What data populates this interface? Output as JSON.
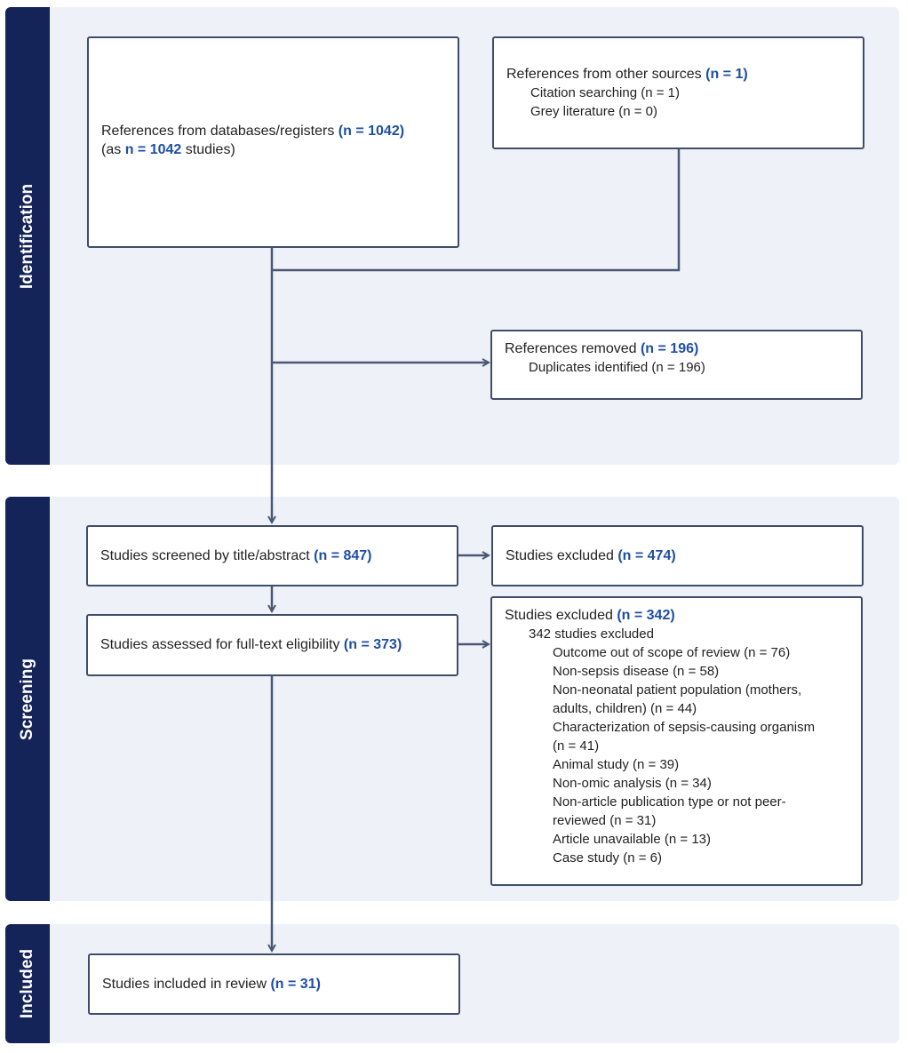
{
  "stages": {
    "identification": "Identification",
    "screening": "Screening",
    "included": "Included"
  },
  "db_box": {
    "line1_text": "References from databases/registers",
    "line1_n": "(n = 1042)",
    "line2_pre": "(as",
    "line2_n": "n = 1042",
    "line2_post": "studies)"
  },
  "other_box": {
    "title": "References from other sources",
    "title_n": "(n = 1)",
    "items": [
      "Citation searching (n = 1)",
      "Grey literature (n = 0)"
    ]
  },
  "removed_box": {
    "title": "References removed",
    "title_n": "(n = 196)",
    "items": [
      "Duplicates identified (n = 196)"
    ]
  },
  "screened_box": {
    "text": "Studies screened by title/abstract",
    "n": "(n = 847)"
  },
  "excluded1_box": {
    "text": "Studies excluded",
    "n": "(n = 474)"
  },
  "assessed_box": {
    "text": "Studies assessed for full-text eligibility",
    "n": "(n = 373)"
  },
  "excluded2_box": {
    "title": "Studies excluded",
    "title_n": "(n = 342)",
    "summary": "342 studies excluded",
    "reasons": [
      "Outcome out of scope of review (n = 76)",
      "Non-sepsis disease (n = 58)",
      "Non-neonatal patient population (mothers,",
      "adults, children) (n = 44)",
      "Characterization of sepsis-causing organism",
      "(n = 41)",
      "Animal study (n = 39)",
      "Non-omic analysis (n = 34)",
      "Non-article publication type or not peer-",
      "reviewed (n = 31)",
      "Article unavailable (n = 13)",
      "Case study (n = 6)"
    ]
  },
  "included_box": {
    "text": "Studies included in review",
    "n": "(n = 31)"
  },
  "colors": {
    "tab": "#152458",
    "panel": "#eef1f8",
    "highlight": "#1f4ea3",
    "line": "#4a5874"
  }
}
